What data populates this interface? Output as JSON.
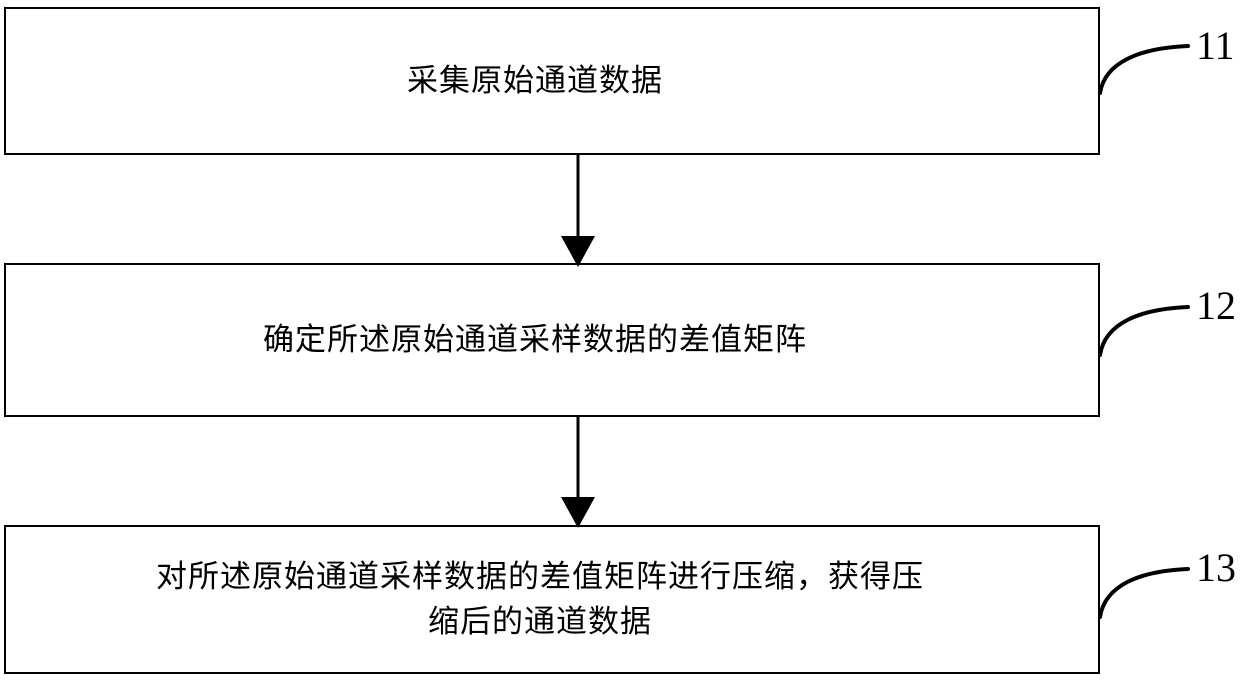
{
  "diagram": {
    "type": "flowchart",
    "orientation": "vertical",
    "background_color": "#ffffff",
    "stroke_color": "#000000",
    "steps": [
      {
        "ref": "11",
        "text": "采集原始通道数据"
      },
      {
        "ref": "12",
        "text": "确定所述原始通道采样数据的差值矩阵"
      },
      {
        "ref": "13",
        "text": "对所述原始通道采样数据的差值矩阵进行压缩，获得压\n缩后的通道数据"
      }
    ],
    "connectors": [
      {
        "from": "11",
        "to": "12",
        "style": "arrow-down"
      },
      {
        "from": "12",
        "to": "13",
        "style": "arrow-down"
      }
    ],
    "leaders": [
      {
        "label": "11",
        "style": "curved-leader-line"
      },
      {
        "label": "12",
        "style": "curved-leader-line"
      },
      {
        "label": "13",
        "style": "curved-leader-line"
      }
    ]
  }
}
